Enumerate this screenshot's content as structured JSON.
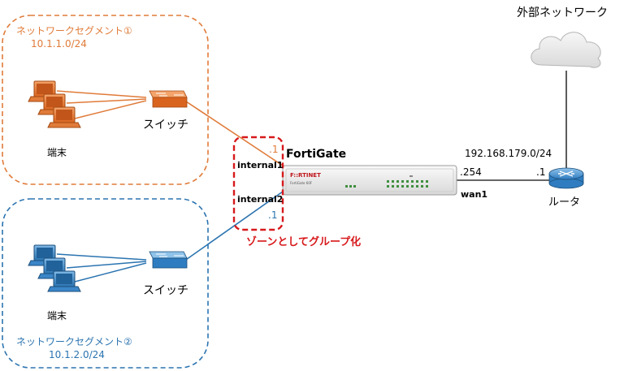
{
  "segment1": {
    "title": "ネットワークセグメント①",
    "subnet": "10.1.1.0/24",
    "color": "#e07b39"
  },
  "segment2": {
    "title": "ネットワークセグメント②",
    "subnet": "10.1.2.0/24",
    "color": "#2b74b0"
  },
  "labels": {
    "terminal1": "端末",
    "terminal2": "端末",
    "switch1": "スイッチ",
    "switch2": "スイッチ",
    "fortigate": "FortiGate",
    "internal1": "internal1",
    "internal2": "internal2",
    "ip_internal1": ".1",
    "ip_internal2": ".1",
    "wan_network": "192.168.179.0/24",
    "ip_wan": ".254",
    "ip_router": ".1",
    "wan1": "wan1",
    "router": "ルータ",
    "external": "外部ネットワーク",
    "zone_note": "ゾーンとしてグループ化",
    "brand": "F::RTINET",
    "model": "FortiGate 60F"
  },
  "colors": {
    "zone": "#d7191c",
    "line": "#333333",
    "cloud": "#e6e6e6"
  }
}
